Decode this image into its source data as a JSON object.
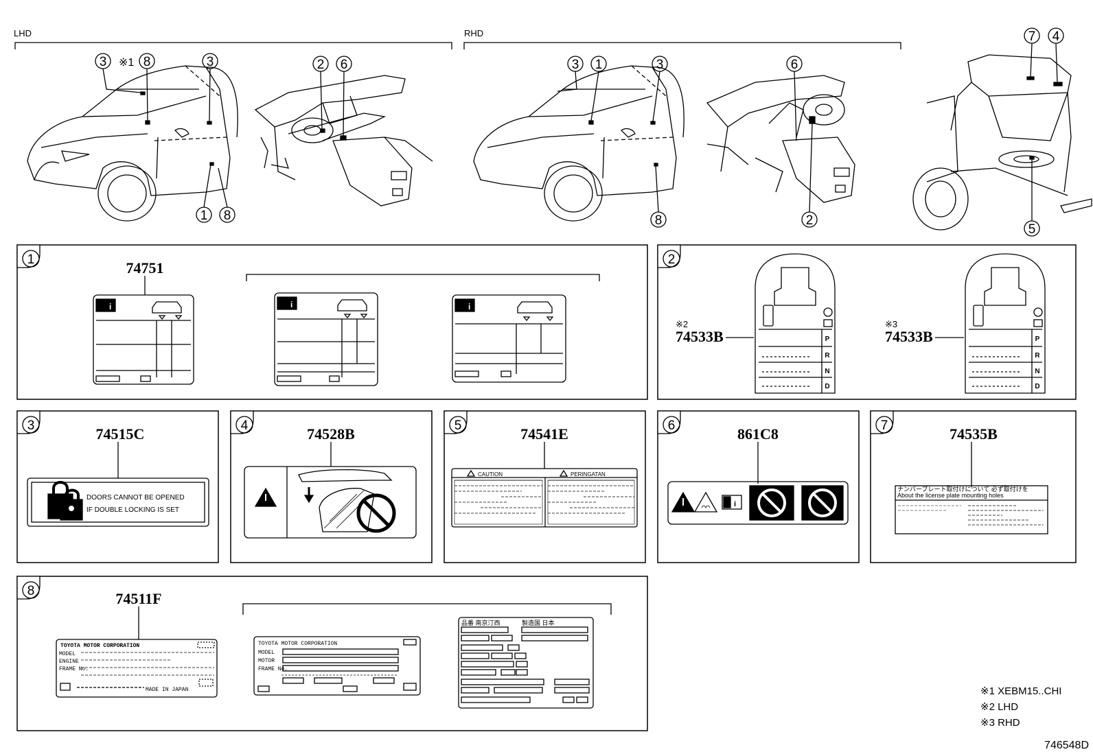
{
  "header": {
    "lhd": "LHD",
    "rhd": "RHD"
  },
  "callouts": {
    "lhd_ext": [
      "3",
      "※1",
      "8",
      "3",
      "1",
      "8"
    ],
    "lhd_int": [
      "2",
      "6"
    ],
    "rhd_ext": [
      "3",
      "1",
      "3",
      "8"
    ],
    "rhd_int": [
      "6",
      "2"
    ],
    "rear": [
      "7",
      "4",
      "5"
    ]
  },
  "panels": {
    "p1": {
      "index": "1",
      "part": "74751"
    },
    "p2": {
      "index": "2",
      "left_note": "※2",
      "left_part": "74533B",
      "right_note": "※3",
      "right_part": "74533B",
      "gears": [
        "P",
        "R",
        "N",
        "D"
      ]
    },
    "p3": {
      "index": "3",
      "part": "74515C",
      "line1": "DOORS CANNOT BE OPENED",
      "line2": "IF DOUBLE LOCKING IS SET"
    },
    "p4": {
      "index": "4",
      "part": "74528B"
    },
    "p5": {
      "index": "5",
      "part": "74541E",
      "caution": "CAUTION",
      "peringatan": "PERINGATAN"
    },
    "p6": {
      "index": "6",
      "part": "861C8"
    },
    "p7": {
      "index": "7",
      "part": "74535B",
      "jp_line": "ナンバープレート取付けについて 必ず取付けを",
      "en_line": "About the license plate mounting holes"
    },
    "p8": {
      "index": "8",
      "part": "74511F",
      "maker": "TOYOTA MOTOR CORPORATION",
      "fields": [
        "MODEL",
        "ENGINE",
        "FRAME No.",
        "MOTOR",
        "FRAME No."
      ],
      "made_in": "MADE IN JAPAN",
      "jp_head1": "品番 南京汀西",
      "jp_head2": "製造国 日本"
    }
  },
  "notes": [
    "※1 XEBM15..CHI",
    "※2 LHD",
    "※3 RHD"
  ],
  "figure_id": "746548D"
}
